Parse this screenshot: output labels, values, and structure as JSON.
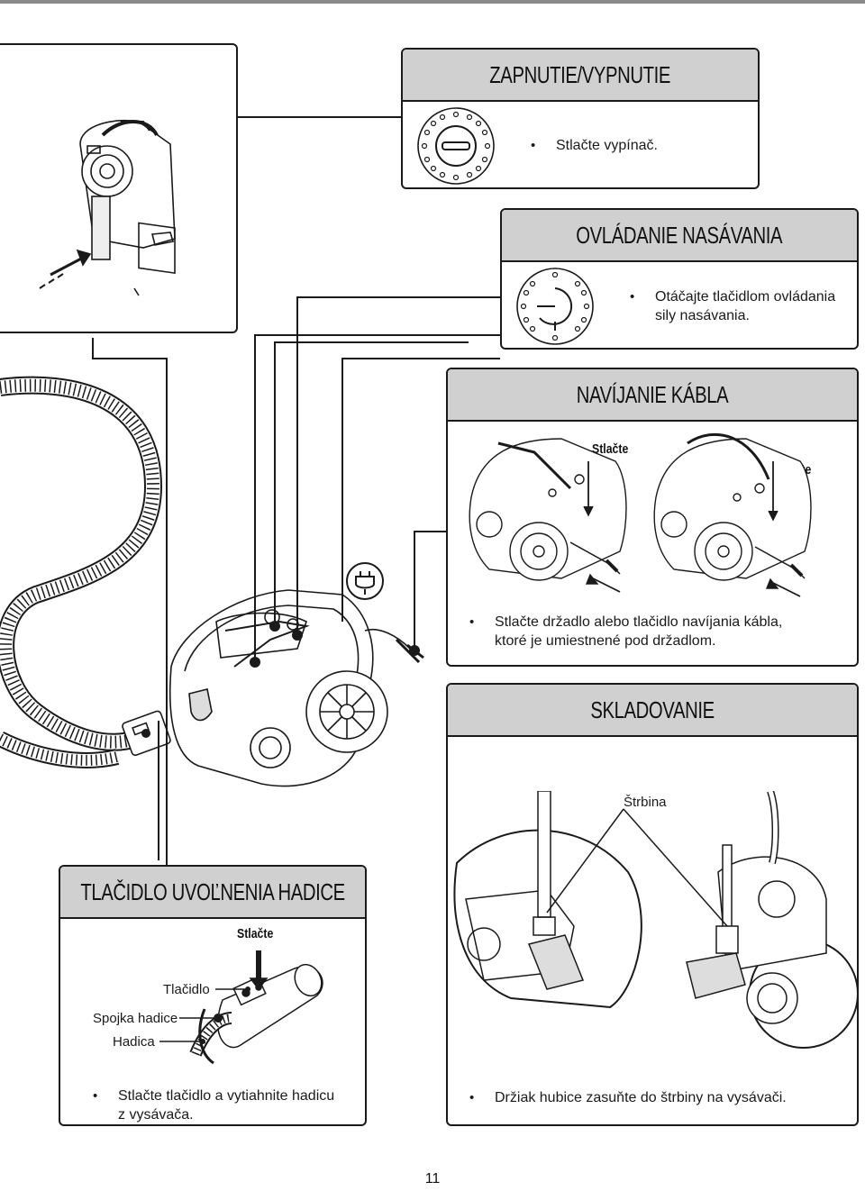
{
  "sections": {
    "power": {
      "title": "ZAPNUTIE/VYPNUTIE",
      "bullet": "Stlačte vypínač."
    },
    "suction": {
      "title": "OVLÁDANIE NASÁVANIA",
      "bullet_line1": "Otáčajte tlačidlom ovládania",
      "bullet_line2": "sily nasávania."
    },
    "cable": {
      "title": "NAVÍJANIE KÁBLA",
      "press_label_1": "Stlačte",
      "press_label_2": "Stlačte",
      "bullet_line1": "Stlačte držadlo alebo tlačidlo navíjania kábla,",
      "bullet_line2": "ktoré je umiestnené pod držadlom."
    },
    "storage": {
      "title": "SKLADOVANIE",
      "slot_label": "Štrbina",
      "bullet": "Držiak hubice zasuňte do štrbiny na vysávači."
    },
    "hose_release": {
      "title": "TLAČIDLO UVOĽNENIA HADICE",
      "press_label": "Stlačte",
      "button_label": "Tlačidlo",
      "connector_label": "Spojka hadice",
      "hose_label": "Hadica",
      "bullet_line1": "Stlačte tlačidlo a vytiahnite hadicu",
      "bullet_line2": "z vysávača."
    }
  },
  "page_number": "11",
  "colors": {
    "header_fill": "#d0d0d0",
    "border": "#1a1a1a",
    "top_bar": "#8a8a8a"
  }
}
